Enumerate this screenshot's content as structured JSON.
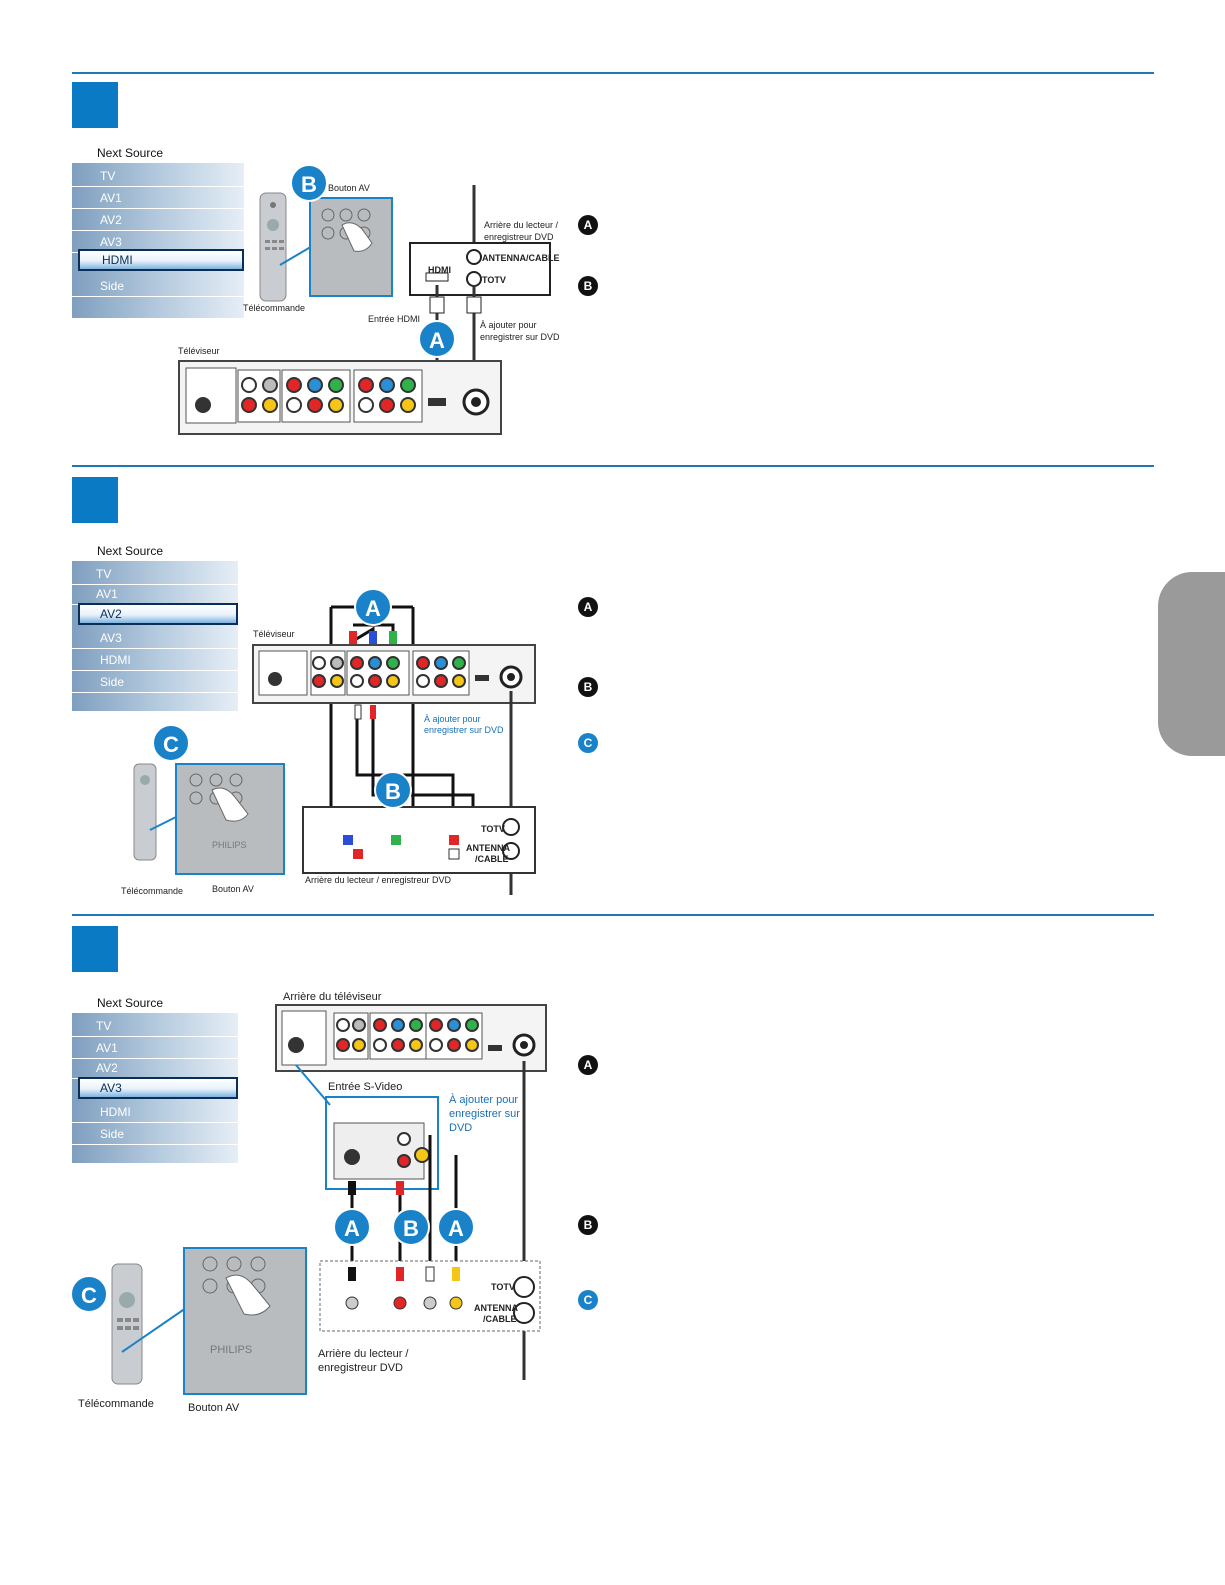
{
  "badges": {
    "a": "A",
    "b": "B",
    "c": "C"
  },
  "menu": {
    "title": "Next Source",
    "items": [
      "TV",
      "AV1",
      "AV2",
      "AV3",
      "HDMI",
      "Side"
    ]
  },
  "section1": {
    "selected": "HDMI",
    "labels": {
      "av_button": "Bouton AV",
      "remote": "Télécommande",
      "dvd_back_line1": "Arrière du lecteur /",
      "dvd_back_line2": "enregistreur DVD",
      "antenna_cable": "ANTENNA/CABLE",
      "totv": "TOTV",
      "hdmi": "HDMI",
      "hdmi_input": "Entrée HDMI",
      "add_line1": "À ajouter pour",
      "add_line2": "enregistrer sur DVD",
      "tv": "Téléviseur"
    }
  },
  "section2": {
    "selected": "AV2",
    "labels": {
      "tv": "Téléviseur",
      "add_line1": "À ajouter pour",
      "add_line2": "enregistrer sur DVD",
      "totv": "TOTV",
      "antenna_line1": "ANTENNA",
      "antenna_line2": "/CABLE",
      "dvd_back": "Arrière du lecteur / enregistreur DVD",
      "remote": "Télécommande",
      "av_button": "Bouton AV",
      "brand": "PHILIPS"
    }
  },
  "section3": {
    "selected": "AV3",
    "labels": {
      "tv_back": "Arrière du téléviseur",
      "svideo_input": "Entrée S-Video",
      "add_line1": "À ajouter pour",
      "add_line2": "enregistrer sur",
      "add_line3": "DVD",
      "totv": "TOTV",
      "antenna_line1": "ANTENNA",
      "antenna_line2": "/CABLE",
      "dvd_back_line1": "Arrière du lecteur /",
      "dvd_back_line2": "enregistreur DVD",
      "remote": "Télécommande",
      "av_button": "Bouton AV",
      "brand": "PHILIPS"
    }
  },
  "colors": {
    "accent": "#0b7ac4",
    "rule": "#1f78b4",
    "tab": "#9a9a9a"
  }
}
